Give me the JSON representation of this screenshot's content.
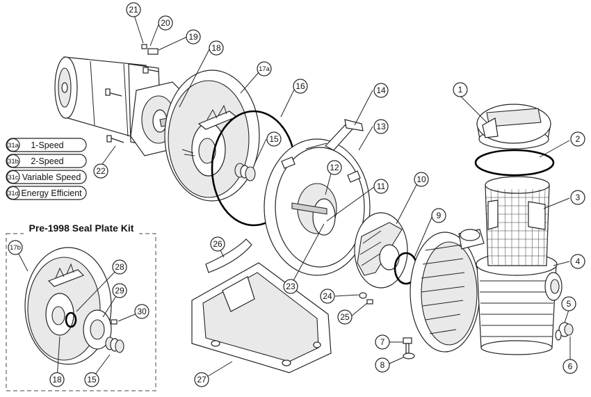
{
  "diagram": {
    "callouts": [
      {
        "id": "1",
        "label": "1"
      },
      {
        "id": "2",
        "label": "2"
      },
      {
        "id": "3",
        "label": "3"
      },
      {
        "id": "4",
        "label": "4"
      },
      {
        "id": "5",
        "label": "5"
      },
      {
        "id": "6",
        "label": "6"
      },
      {
        "id": "7",
        "label": "7"
      },
      {
        "id": "8",
        "label": "8"
      },
      {
        "id": "9",
        "label": "9"
      },
      {
        "id": "10",
        "label": "10"
      },
      {
        "id": "11",
        "label": "11"
      },
      {
        "id": "12",
        "label": "12"
      },
      {
        "id": "13",
        "label": "13"
      },
      {
        "id": "14",
        "label": "14"
      },
      {
        "id": "15a",
        "label": "15"
      },
      {
        "id": "16",
        "label": "16"
      },
      {
        "id": "17a",
        "label": "17a"
      },
      {
        "id": "18a",
        "label": "18"
      },
      {
        "id": "19",
        "label": "19"
      },
      {
        "id": "20",
        "label": "20"
      },
      {
        "id": "21",
        "label": "21"
      },
      {
        "id": "22",
        "label": "22"
      },
      {
        "id": "23",
        "label": "23"
      },
      {
        "id": "24",
        "label": "24"
      },
      {
        "id": "25",
        "label": "25"
      },
      {
        "id": "26",
        "label": "26"
      },
      {
        "id": "27",
        "label": "27"
      },
      {
        "id": "17b",
        "label": "17b"
      },
      {
        "id": "28",
        "label": "28"
      },
      {
        "id": "29",
        "label": "29"
      },
      {
        "id": "30",
        "label": "30"
      },
      {
        "id": "18b",
        "label": "18"
      },
      {
        "id": "15b",
        "label": "15"
      }
    ],
    "legend": [
      {
        "code": "31a",
        "label": "1-Speed"
      },
      {
        "code": "31b",
        "label": "2-Speed"
      },
      {
        "code": "31c",
        "label": "Variable Speed"
      },
      {
        "code": "31d",
        "label": "Energy Efficient"
      }
    ],
    "kit_title": "Pre-1998 Seal Plate Kit"
  }
}
